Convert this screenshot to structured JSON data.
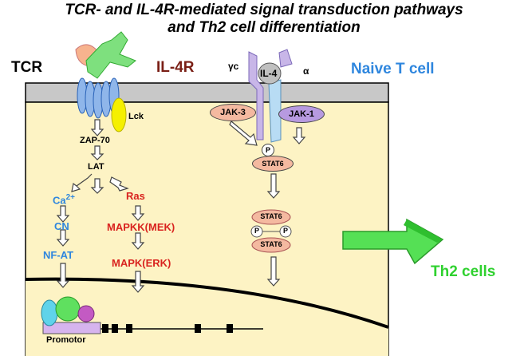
{
  "title": {
    "line1": "TCR- and IL-4R-mediated signal transduction pathways",
    "line2": "and Th2 cell differentiation"
  },
  "receptors": {
    "tcr": "TCR",
    "il4r": "IL-4R",
    "gamma_c": "γc",
    "il4": "IL-4",
    "alpha": "α",
    "naive_t_cell": "Naive T cell"
  },
  "tcr_pathway": {
    "lck": "Lck",
    "zap70": "ZAP-70",
    "lat": "LAT",
    "ca": "Ca",
    "ca_sup": "2+",
    "cn": "CN",
    "nfat": "NF-AT",
    "ras": "Ras",
    "mapkk": "MAPKK(MEK)",
    "mapk": "MAPK(ERK)"
  },
  "il4r_pathway": {
    "jak3": "JAK-3",
    "jak1": "JAK-1",
    "p": "P",
    "stat6": "STAT6"
  },
  "nucleus": {
    "promotor": "Promotor"
  },
  "outcome": {
    "th2": "Th2 cells"
  }
}
